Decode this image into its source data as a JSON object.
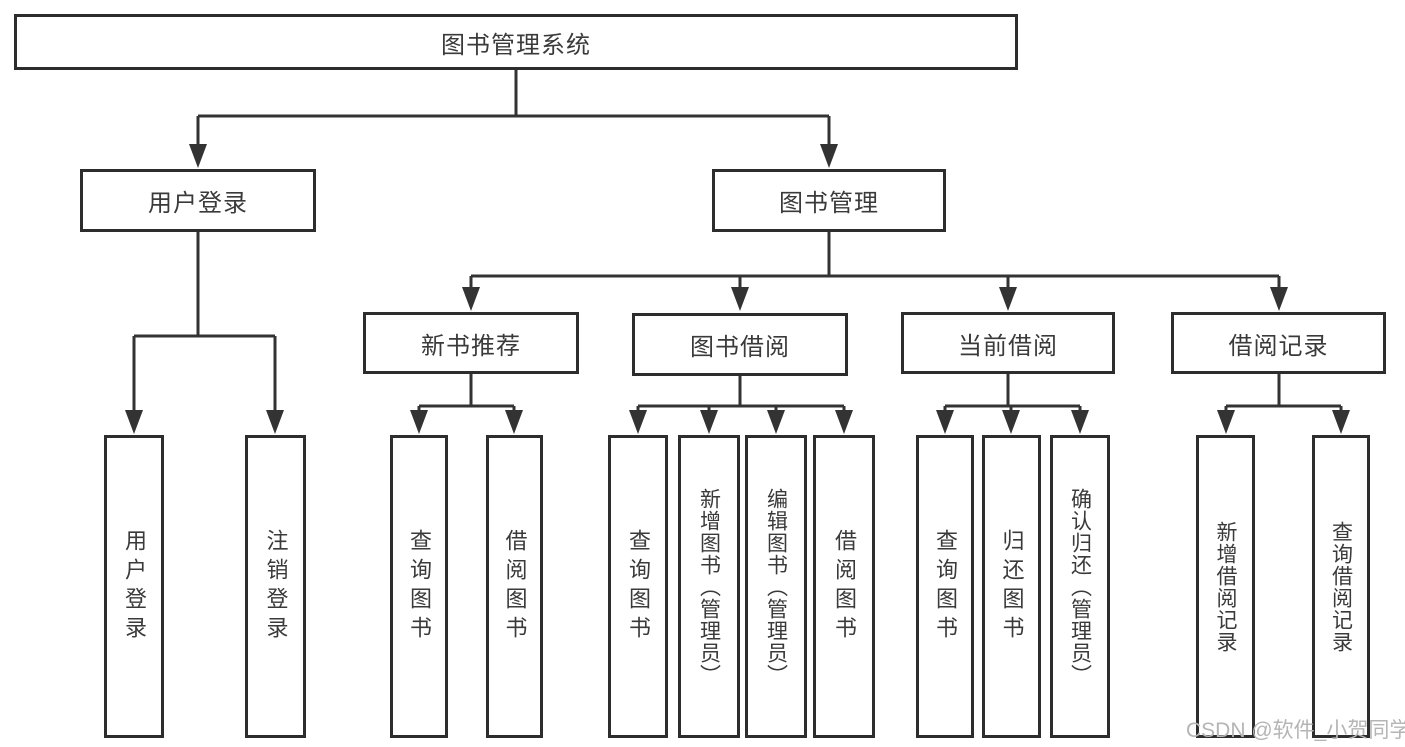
{
  "diagram_type": "hierarchy-tree",
  "tree": {
    "label": "图书管理系统",
    "children": [
      {
        "label": "用户登录",
        "children": [
          {
            "label": "用户登录"
          },
          {
            "label": "注销登录"
          }
        ]
      },
      {
        "label": "图书管理",
        "children": [
          {
            "label": "新书推荐",
            "children": [
              {
                "label": "查询图书"
              },
              {
                "label": "借阅图书"
              }
            ]
          },
          {
            "label": "图书借阅",
            "children": [
              {
                "label": "查询图书"
              },
              {
                "label": "新增图书（管理员）"
              },
              {
                "label": "编辑图书（管理员）"
              },
              {
                "label": "借阅图书"
              }
            ]
          },
          {
            "label": "当前借阅",
            "children": [
              {
                "label": "查询图书"
              },
              {
                "label": "归还图书"
              },
              {
                "label": "确认归还（管理员）"
              }
            ]
          },
          {
            "label": "借阅记录",
            "children": [
              {
                "label": "新增借阅记录"
              },
              {
                "label": "查询借阅记录"
              }
            ]
          }
        ]
      }
    ]
  },
  "watermark": "CSDN @软件_小贺同学",
  "colors": {
    "line": "#333333",
    "box_border": "#2d2d2d",
    "box_background": "#ffffff",
    "text": "#3a3a3a",
    "watermark": "#b5b5b5",
    "background": "#ffffff"
  }
}
